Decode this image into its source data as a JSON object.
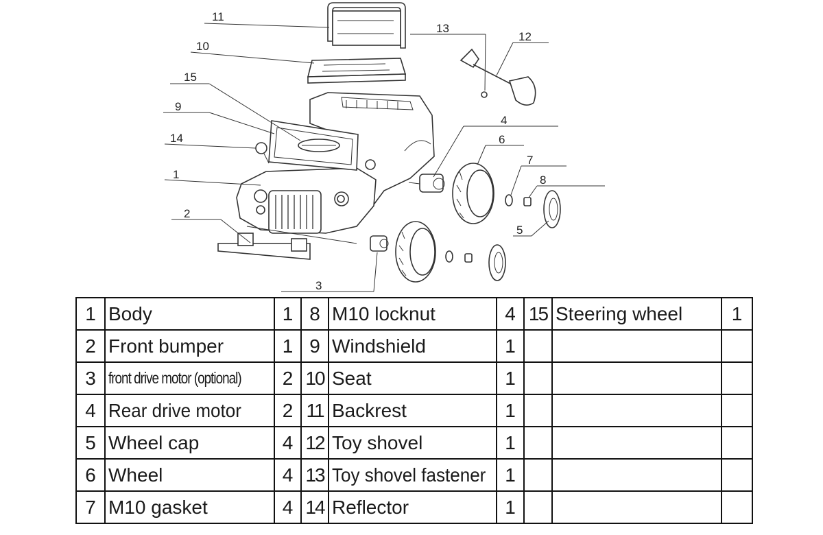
{
  "diagram": {
    "callouts": [
      "1",
      "2",
      "3",
      "4",
      "5",
      "6",
      "7",
      "8",
      "9",
      "10",
      "11",
      "12",
      "13",
      "14",
      "15"
    ]
  },
  "parts_table": {
    "rows": [
      [
        {
          "num": "1",
          "name": "Body",
          "qty": "1"
        },
        {
          "num": "8",
          "name": "M10 locknut",
          "qty": "4"
        },
        {
          "num": "15",
          "name": "Steering wheel",
          "qty": "1"
        }
      ],
      [
        {
          "num": "2",
          "name": "Front bumper",
          "qty": "1"
        },
        {
          "num": "9",
          "name": "Windshield",
          "qty": "1"
        },
        {
          "num": "",
          "name": "",
          "qty": ""
        }
      ],
      [
        {
          "num": "3",
          "name": "front drive motor (optional)",
          "qty": "2"
        },
        {
          "num": "10",
          "name": "Seat",
          "qty": "1"
        },
        {
          "num": "",
          "name": "",
          "qty": ""
        }
      ],
      [
        {
          "num": "4",
          "name": "Rear drive motor",
          "qty": "2"
        },
        {
          "num": "11",
          "name": "Backrest",
          "qty": "1"
        },
        {
          "num": "",
          "name": "",
          "qty": ""
        }
      ],
      [
        {
          "num": "5",
          "name": "Wheel cap",
          "qty": "4"
        },
        {
          "num": "12",
          "name": "Toy shovel",
          "qty": "1"
        },
        {
          "num": "",
          "name": "",
          "qty": ""
        }
      ],
      [
        {
          "num": "6",
          "name": "Wheel",
          "qty": "4"
        },
        {
          "num": "13",
          "name": "Toy shovel fastener",
          "qty": "1"
        },
        {
          "num": "",
          "name": "",
          "qty": ""
        }
      ],
      [
        {
          "num": "7",
          "name": "M10 gasket",
          "qty": "4"
        },
        {
          "num": "14",
          "name": "Reflector",
          "qty": "1"
        },
        {
          "num": "",
          "name": "",
          "qty": ""
        }
      ]
    ]
  }
}
